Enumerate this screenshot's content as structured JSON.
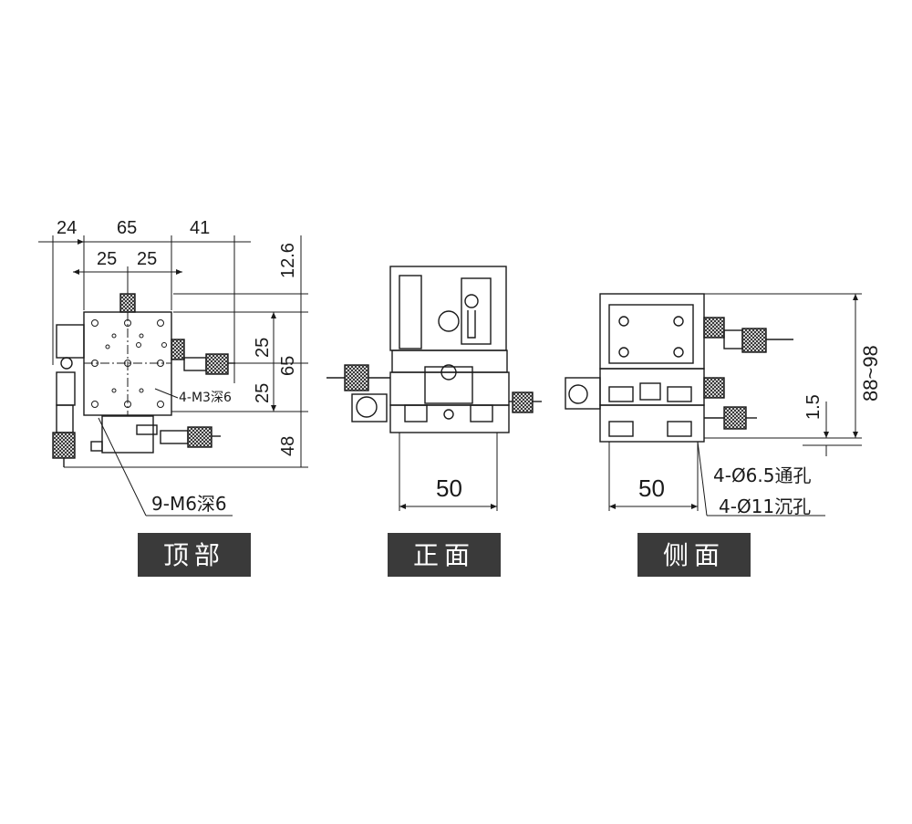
{
  "top_view": {
    "label": "顶部",
    "dims": {
      "d24": "24",
      "d65_top": "65",
      "d41": "41",
      "d25_a": "25",
      "d25_b": "25",
      "d12_6": "12.6",
      "d25_c": "25",
      "d65_right": "65",
      "d25_d": "25",
      "d48": "48"
    },
    "notes": {
      "m3": "4-M3深6",
      "m6": "9-M6深6"
    }
  },
  "front_view": {
    "label": "正面",
    "dims": {
      "d50": "50"
    }
  },
  "side_view": {
    "label": "侧面",
    "dims": {
      "d50": "50",
      "d88_98": "88~98",
      "d1_5": "1.5"
    },
    "notes": {
      "hole1": "4-Ø6.5通孔",
      "hole2": "4-Ø11沉孔"
    }
  },
  "colors": {
    "line": "#1a1a1a",
    "label_bg": "#3a3a3a",
    "label_text": "#ffffff"
  }
}
